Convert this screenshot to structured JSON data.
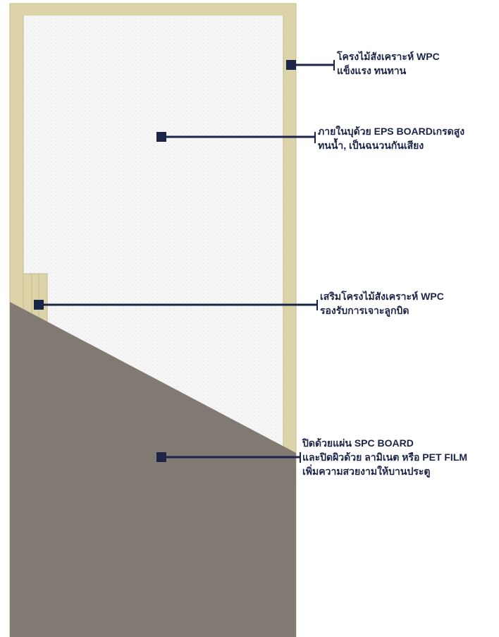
{
  "diagram": {
    "colors": {
      "frame": "#ddd3a8",
      "frame_edge": "#c7bb8c",
      "core": "#f6f6f6",
      "board": "#807a72",
      "marker": "#1c2547"
    },
    "callouts": [
      {
        "id": "frame",
        "lines": [
          "โครงไม้สังเคราะห์  WPC",
          "แข็งแรง ทนทาน"
        ]
      },
      {
        "id": "core",
        "lines": [
          "ภายในบุด้วย EPS BOARDเกรดสูง",
          "ทนน้ำ, เป็นฉนวนกันเสียง"
        ]
      },
      {
        "id": "reinforcement",
        "lines": [
          "เสริมโครงไม้สังเคราะห์  WPC",
          "รองรับการเจาะลูกบิด"
        ]
      },
      {
        "id": "surface",
        "lines": [
          "ปิดด้วยแผ่น SPC BOARD",
          "และปิดผิวด้วย ลามิเนต หรือ PET FILM",
          "เพิ่มความสวยงามให้บานประตู"
        ]
      }
    ]
  }
}
